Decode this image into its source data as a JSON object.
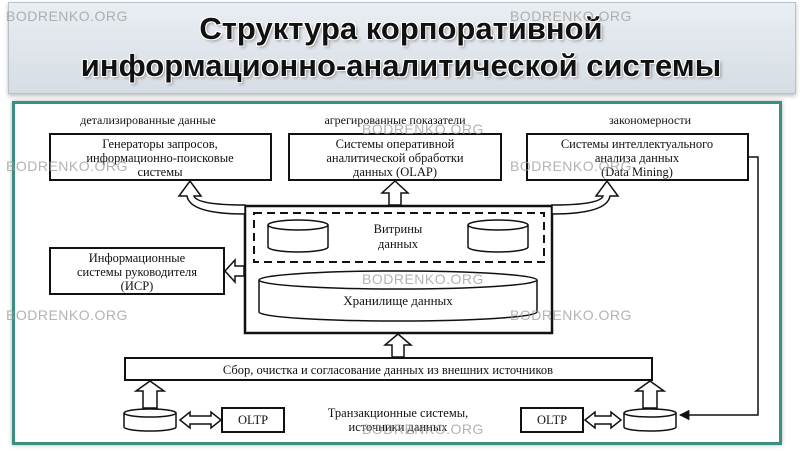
{
  "title": {
    "line1": "Структура корпоративной",
    "line2": "информационно-аналитической системы"
  },
  "watermark": "BODRENKO.ORG",
  "headers": {
    "detailed": "детализированные данные",
    "aggregated": "агрегированные показатели",
    "patterns": "закономерности"
  },
  "boxes": {
    "query_generators": [
      "Генераторы запросов,",
      "информационно-поисковые",
      "системы"
    ],
    "olap": [
      "Системы оперативной",
      "аналитической обработки",
      "данных (OLAP)"
    ],
    "data_mining": [
      "Системы интеллектуального",
      "анализа данных",
      "(Data Mining)"
    ],
    "executive_is": [
      "Информационные",
      "системы руководителя",
      "(ИСР)"
    ],
    "marts": [
      "Витрины",
      "данных"
    ],
    "warehouse": "Хранилище данных",
    "etl": "Сбор, очистка и согласование данных из внешних источников",
    "oltp": "OLTP",
    "transactional": [
      "Транзакционные системы,",
      "источники данных"
    ]
  },
  "colors": {
    "frame": "#3a8f80",
    "banner": "#dfe5ea",
    "ink": "#111111"
  }
}
